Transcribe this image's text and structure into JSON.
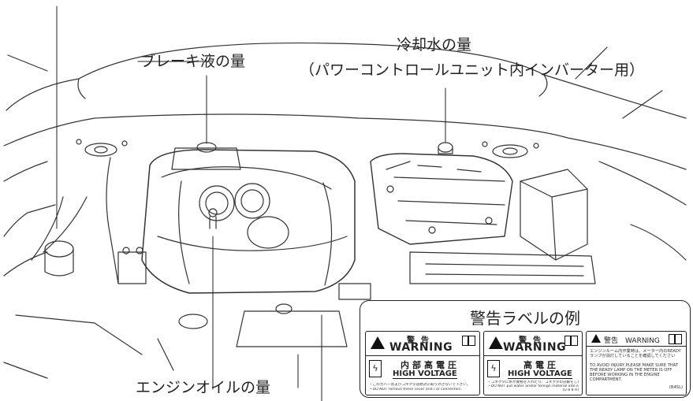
{
  "labels": {
    "brake_fluid": "ブレーキ液の量",
    "coolant_line1": "冷却水の量",
    "coolant_line2": "（パワーコントロールユニット内インバーター用）",
    "engine_oil": "エンジンオイルの量"
  },
  "inset": {
    "title": "警告ラベルの例",
    "label1": {
      "kk": "警告",
      "warning": "WARNING",
      "jp": "内部高電圧",
      "hv": "HIGH VOLTAGE",
      "jp_note": "・このカバーおよびコネクタは絶対に取り外さないで下さい。",
      "en_note": "・DO NOT remove these cover and / or connectors."
    },
    "label2": {
      "kk": "警告",
      "warning": "WARNING",
      "jp": "高電圧",
      "hv": "HIGH VOLTAGE",
      "jp_note": "・コネクタに水や異物を入れたり、コネクタの分解をしないで下さい。",
      "en_note": "・DO NOT put water and/or foreign material into or take apart connector.",
      "code": "(D 8 8 A)"
    },
    "label3": {
      "head": "警告　WARNING",
      "jp": "エンジンルーム内作業時は、メーター内のREADYランプが消灯していることを確認してください",
      "en": "TO AVOID INJURY,PLEASE MAKE SURE THAT THE READY LAMP ON THE METER IS OFF BEFORE WORKING IN THE ENGINE COMPARTMENT.",
      "code": "(B45L)"
    }
  }
}
